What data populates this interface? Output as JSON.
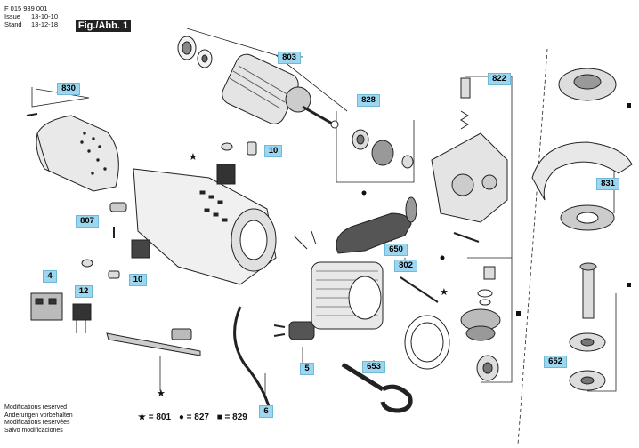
{
  "header": {
    "part_number": "F 015 939 001",
    "issue_label": "Issue",
    "issue_value": "13-10-10",
    "stand_label": "Stand",
    "stand_value": "13-12-18",
    "figure_label": "Fig./Abb. 1"
  },
  "callouts": {
    "c803": "803",
    "c830": "830",
    "c828": "828",
    "c822": "822",
    "c10a": "10",
    "c10b": "10",
    "c807": "807",
    "c4": "4",
    "c12": "12",
    "c650": "650",
    "c802": "802",
    "c831": "831",
    "c5": "5",
    "c653": "653",
    "c652": "652",
    "c6": "6"
  },
  "legend": {
    "star_code": "★ = 801",
    "dot_code": "● = 827",
    "square_code": "■ = 829"
  },
  "modifications": [
    "Modifications reserved",
    "Änderungen vorbehalten",
    "Modifications reservées",
    "Salvo modificaciones"
  ]
}
